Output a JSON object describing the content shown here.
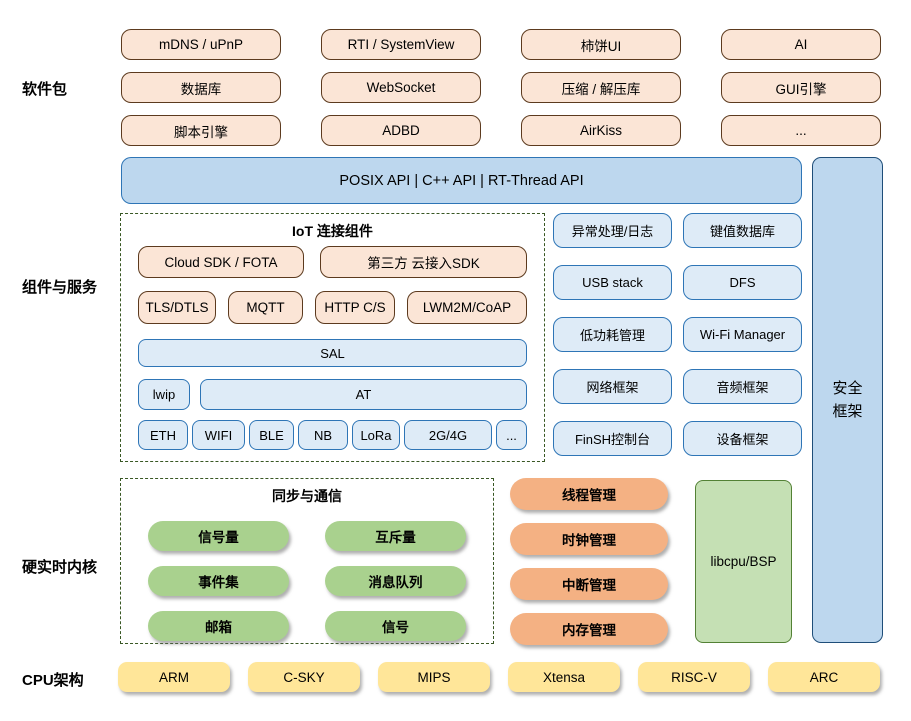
{
  "colors": {
    "peach_fill": "#FBE5D6",
    "peach_border": "#5C3A1E",
    "blue_light_fill": "#DEEBF7",
    "blue_fill": "#BDD7EE",
    "blue_border": "#2E75B6",
    "dash_border_green": "#385723",
    "green_fill": "#A9D18E",
    "green_light_fill": "#C5E0B4",
    "green_border": "#538135",
    "orange_fill": "#F4B183",
    "yellow_fill": "#FFE699"
  },
  "rails": {
    "software_packages": "软件包",
    "components_services": "组件与服务",
    "hard_realtime_kernel": "硬实时内核",
    "cpu_architecture": "CPU架构"
  },
  "packages": [
    "mDNS / uPnP",
    "RTI / SystemView",
    "柿饼UI",
    "AI",
    "数据库",
    "WebSocket",
    "压缩 / 解压库",
    "GUI引擎",
    "脚本引擎",
    "ADBD",
    "AirKiss",
    "..."
  ],
  "api_bar": {
    "label": "POSIX API  |  C++ API  |  RT-Thread API"
  },
  "security_framework": {
    "label": "安全框架"
  },
  "iot": {
    "title": "IoT 连接组件",
    "row1": [
      "Cloud SDK / FOTA",
      "第三方 云接入SDK"
    ],
    "row2": [
      "TLS/DTLS",
      "MQTT",
      "HTTP C/S",
      "LWM2M/CoAP"
    ],
    "row3": [
      "SAL"
    ],
    "row4": [
      "lwip",
      "AT"
    ],
    "row5": [
      "ETH",
      "WIFI",
      "BLE",
      "NB",
      "LoRa",
      "2G/4G",
      "..."
    ]
  },
  "services": [
    "异常处理/日志",
    "键值数据库",
    "USB stack",
    "DFS",
    "低功耗管理",
    "Wi-Fi Manager",
    "网络框架",
    "音频框架",
    "FinSH控制台",
    "设备框架"
  ],
  "sync_ipc": {
    "title": "同步与通信",
    "items": [
      "信号量",
      "互斥量",
      "事件集",
      "消息队列",
      "邮箱",
      "信号"
    ]
  },
  "kernel_management": [
    "线程管理",
    "时钟管理",
    "中断管理",
    "内存管理"
  ],
  "libcpu": {
    "label": "libcpu/BSP"
  },
  "cpu_architectures": [
    "ARM",
    "C-SKY",
    "MIPS",
    "Xtensa",
    "RISC-V",
    "ARC"
  ]
}
